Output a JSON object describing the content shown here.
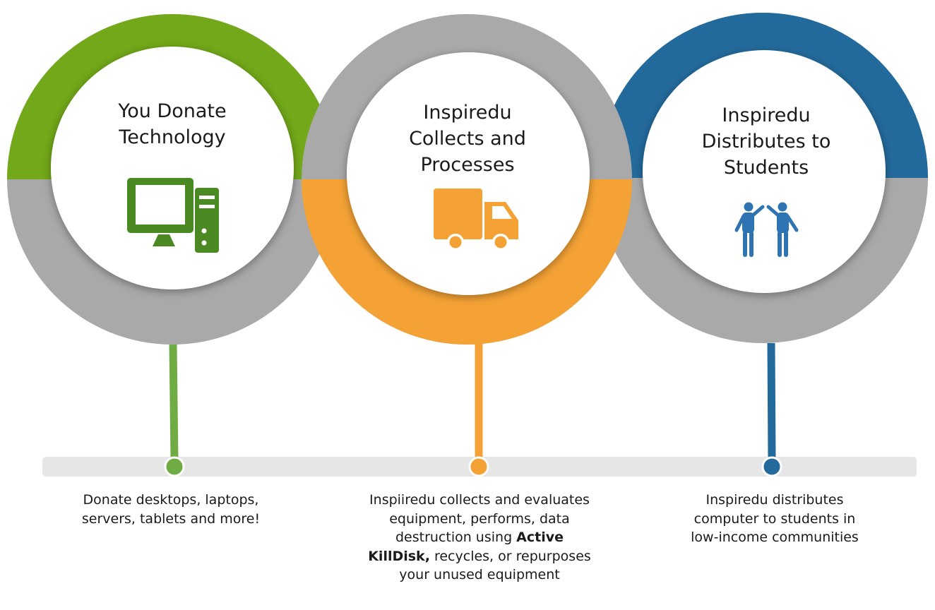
{
  "colors": {
    "green": "#72a819",
    "green_icon": "#4b8a22",
    "green_line": "#6fad44",
    "orange": "#f4a235",
    "blue": "#236a9c",
    "blue_icon": "#2e74b2",
    "gray": "#a9a9a9",
    "timeline": "#e6e6e6"
  },
  "steps": [
    {
      "title": "You Donate\nTechnology",
      "icon": "computer-icon",
      "description": "Donate desktops, laptops, servers, tablets and more!"
    },
    {
      "title": "Inspiredu\nCollects and\nProcesses",
      "icon": "truck-icon",
      "description_lead": "Inspiiredu collects and evaluates equipment, performs, data destruction using",
      "description_bold": "Active KillDisk,",
      "description_tail": "recycles, or repurposes your unused equipment"
    },
    {
      "title": "Inspiredu\nDistributes to\nStudents",
      "icon": "high-five-icon",
      "description": "Inspiredu distributes computer to students in low-income communities"
    }
  ]
}
